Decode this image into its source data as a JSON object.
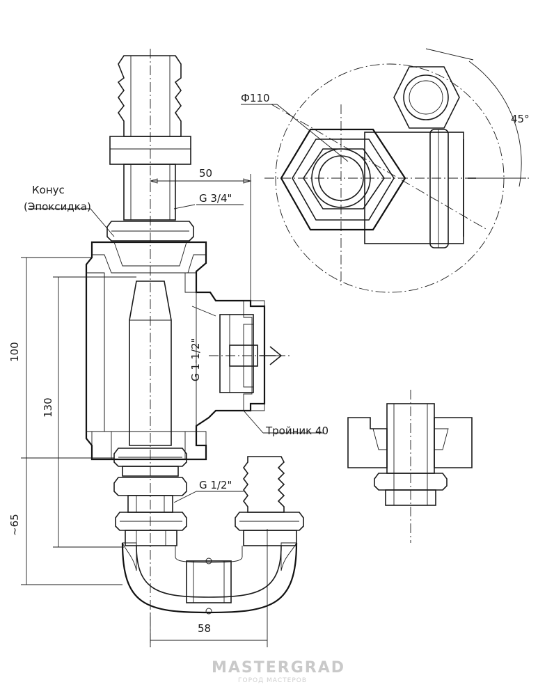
{
  "labels": {
    "cone": "Конус",
    "cone_material": "(Эпоксидка)",
    "tee": "Тройник 40",
    "thread_top": "G 3/4\"",
    "thread_mid": "G 1-1/2\"",
    "thread_bottom": "G 1/2\"",
    "diameter": "Ф110",
    "angle": "45°"
  },
  "dimensions": {
    "offset_top": "50",
    "height_100": "100",
    "height_130": "130",
    "height_65": "~65",
    "width_bottom": "58"
  },
  "watermark": {
    "brand": "MASTERGRAD",
    "sub": "ГОРОД МАСТЕРОВ"
  }
}
